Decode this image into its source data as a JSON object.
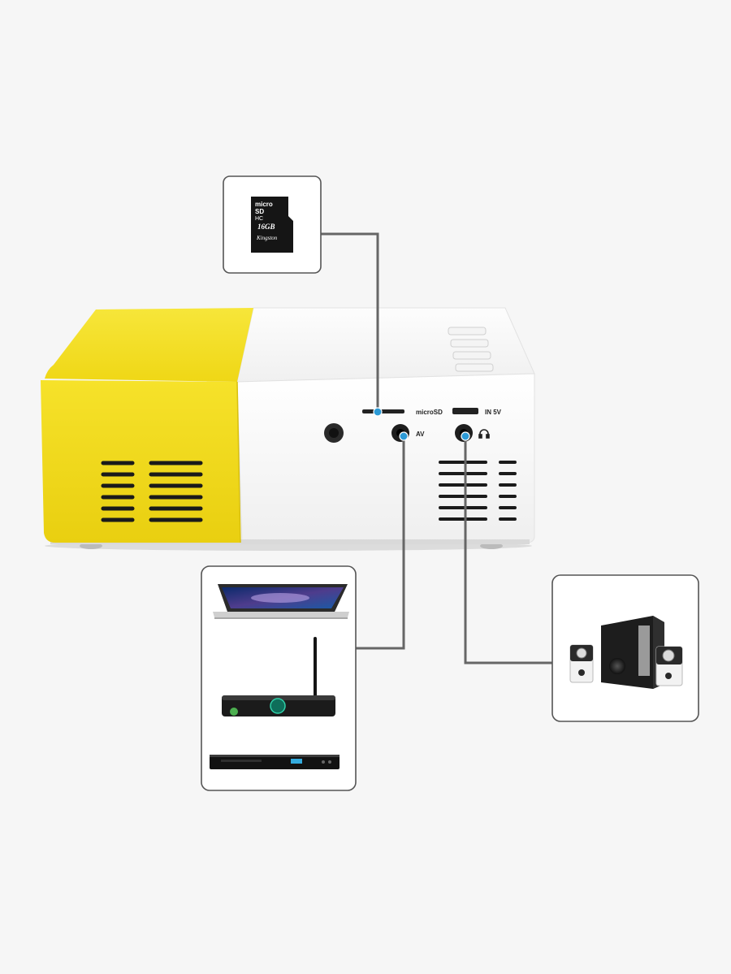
{
  "projector": {
    "port_labels": {
      "microsd": "microSD",
      "power": "IN 5V",
      "av": "AV"
    },
    "colors": {
      "yellow_shell": "#f4e21a",
      "white_shell": "#ffffff",
      "connector_dot": "#2c9ad6"
    }
  },
  "sd_card": {
    "brand": "Kingston",
    "capacity": "16GB",
    "line1": "micro",
    "line2": "SD",
    "line3": "HC"
  },
  "devices": {
    "av_sources": [
      "laptop-icon",
      "android-tv-box-icon",
      "dvd-player-icon"
    ],
    "audio": "speaker-system-icon"
  }
}
